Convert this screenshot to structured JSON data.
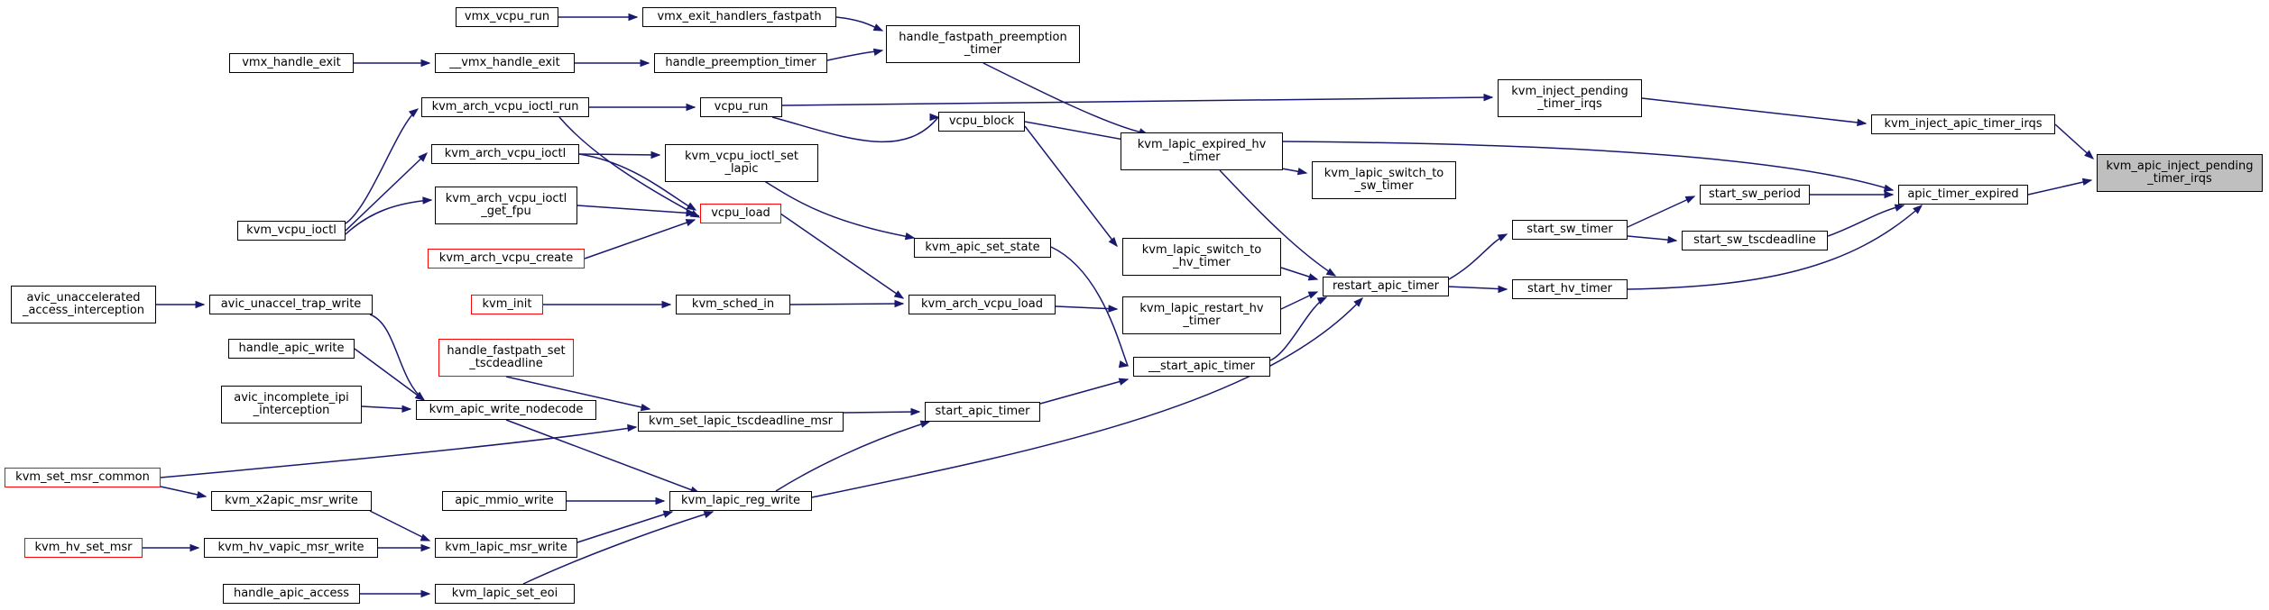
{
  "colors": {
    "edge": "#191970",
    "node_border": "#000000",
    "node_border_incomplete": "#ff0000",
    "root_fill": "#bfbfbf",
    "background": "#ffffff"
  },
  "nodes": {
    "vmx_vcpu_run": {
      "label": "vmx_vcpu_run"
    },
    "vmx_exit_handlers_fastpath": {
      "label": "vmx_exit_handlers_fastpath"
    },
    "handle_fastpath_preemption_timer": {
      "label": "handle_fastpath_preemption\n_timer"
    },
    "vmx_handle_exit": {
      "label": "vmx_handle_exit"
    },
    "__vmx_handle_exit": {
      "label": "__vmx_handle_exit"
    },
    "handle_preemption_timer": {
      "label": "handle_preemption_timer"
    },
    "kvm_arch_vcpu_ioctl_run": {
      "label": "kvm_arch_vcpu_ioctl_run"
    },
    "vcpu_run": {
      "label": "vcpu_run"
    },
    "kvm_inject_pending_timer_irqs": {
      "label": "kvm_inject_pending\n_timer_irqs"
    },
    "kvm_inject_apic_timer_irqs": {
      "label": "kvm_inject_apic_timer_irqs"
    },
    "kvm_apic_inject_pending_timer_irqs": {
      "label": "kvm_apic_inject_pending\n_timer_irqs"
    },
    "kvm_vcpu_ioctl": {
      "label": "kvm_vcpu_ioctl"
    },
    "kvm_arch_vcpu_ioctl": {
      "label": "kvm_arch_vcpu_ioctl"
    },
    "kvm_vcpu_ioctl_set_lapic": {
      "label": "kvm_vcpu_ioctl_set\n_lapic"
    },
    "kvm_lapic_expired_hv_timer": {
      "label": "kvm_lapic_expired_hv\n_timer"
    },
    "kvm_arch_vcpu_ioctl_get_fpu": {
      "label": "kvm_arch_vcpu_ioctl\n_get_fpu"
    },
    "vcpu_load": {
      "label": "vcpu_load"
    },
    "vcpu_block": {
      "label": "vcpu_block"
    },
    "kvm_lapic_switch_to_sw_timer": {
      "label": "kvm_lapic_switch_to\n_sw_timer"
    },
    "start_sw_period": {
      "label": "start_sw_period"
    },
    "apic_timer_expired": {
      "label": "apic_timer_expired"
    },
    "kvm_arch_vcpu_create": {
      "label": "kvm_arch_vcpu_create"
    },
    "kvm_apic_set_state": {
      "label": "kvm_apic_set_state"
    },
    "kvm_lapic_switch_to_hv_timer": {
      "label": "kvm_lapic_switch_to\n_hv_timer"
    },
    "start_sw_timer": {
      "label": "start_sw_timer"
    },
    "start_sw_tscdeadline": {
      "label": "start_sw_tscdeadline"
    },
    "avic_unaccelerated_access_interception": {
      "label": "avic_unaccelerated\n_access_interception"
    },
    "avic_unaccel_trap_write": {
      "label": "avic_unaccel_trap_write"
    },
    "kvm_init": {
      "label": "kvm_init"
    },
    "kvm_sched_in": {
      "label": "kvm_sched_in"
    },
    "kvm_arch_vcpu_load": {
      "label": "kvm_arch_vcpu_load"
    },
    "kvm_lapic_restart_hv_timer": {
      "label": "kvm_lapic_restart_hv\n_timer"
    },
    "restart_apic_timer": {
      "label": "restart_apic_timer"
    },
    "start_hv_timer": {
      "label": "start_hv_timer"
    },
    "handle_apic_write": {
      "label": "handle_apic_write"
    },
    "handle_fastpath_set_tscdeadline": {
      "label": "handle_fastpath_set\n_tscdeadline"
    },
    "__start_apic_timer": {
      "label": "__start_apic_timer"
    },
    "avic_incomplete_ipi_interception": {
      "label": "avic_incomplete_ipi\n_interception"
    },
    "kvm_apic_write_nodecode": {
      "label": "kvm_apic_write_nodecode"
    },
    "kvm_set_lapic_tscdeadline_msr": {
      "label": "kvm_set_lapic_tscdeadline_msr"
    },
    "start_apic_timer": {
      "label": "start_apic_timer"
    },
    "kvm_set_msr_common": {
      "label": "kvm_set_msr_common"
    },
    "kvm_x2apic_msr_write": {
      "label": "kvm_x2apic_msr_write"
    },
    "apic_mmio_write": {
      "label": "apic_mmio_write"
    },
    "kvm_lapic_reg_write": {
      "label": "kvm_lapic_reg_write"
    },
    "kvm_hv_set_msr": {
      "label": "kvm_hv_set_msr"
    },
    "kvm_hv_vapic_msr_write": {
      "label": "kvm_hv_vapic_msr_write"
    },
    "kvm_lapic_msr_write": {
      "label": "kvm_lapic_msr_write"
    },
    "handle_apic_access": {
      "label": "handle_apic_access"
    },
    "kvm_lapic_set_eoi": {
      "label": "kvm_lapic_set_eoi"
    }
  }
}
